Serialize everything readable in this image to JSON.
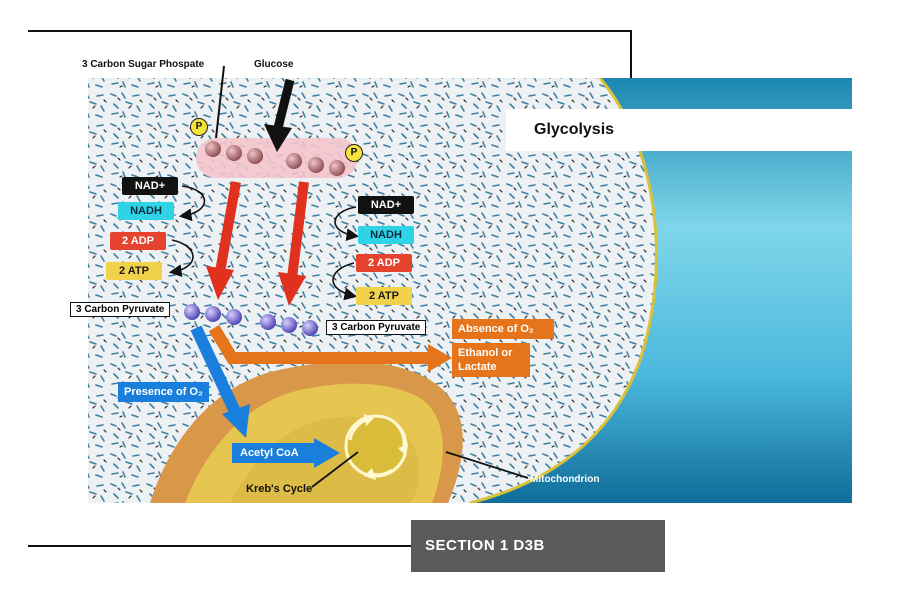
{
  "labels": {
    "sugar_phosphate": "3 Carbon Sugar Phospate",
    "glucose": "Glucose",
    "nad_left": "NAD+",
    "nadh_left": "NADH",
    "adp_left": "2 ADP",
    "atp_left": "2 ATP",
    "nad_right": "NAD+",
    "nadh_right": "NADH",
    "adp_right": "2 ADP",
    "atp_right": "2 ATP",
    "pyruvate_left": "3 Carbon Pyruvate",
    "pyruvate_right": "3 Carbon Pyruvate",
    "absence_o2": "Absence of O₂",
    "ethanol_lactate_1": "Ethanol or",
    "ethanol_lactate_2": "Lactate",
    "presence_o2": "Presence of O₂",
    "acetyl_coa": "Acetyl CoA",
    "krebs_cycle": "Kreb's Cycle",
    "mitochondrion": "Mitochondrion",
    "phosphate_tag": "P"
  },
  "title": "Glycolysis",
  "section": "SECTION 1 D3B",
  "colors": {
    "red_arrow": "#e0301e",
    "orange_arrow": "#e5741a",
    "blue_arrow": "#1a7fdc",
    "cyan": "#2ed3e6",
    "mito_yellow": "#e6c650",
    "mito_orange": "#d9974a"
  }
}
